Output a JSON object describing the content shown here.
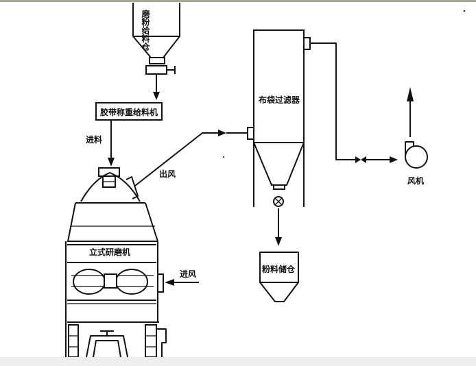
{
  "labels": {
    "feed_bin": "磨粉给料仓",
    "belt_feeder": "胶带称重给料机",
    "feed_in": "进料",
    "air_out": "出风",
    "bag_filter": "布袋过滤器",
    "fan": "风机",
    "powder_bin": "粉料储仓",
    "vertical_mill": "立式研磨机",
    "air_in": "进风"
  },
  "colors": {
    "line": "#111111",
    "top_bar": "#a6a88f",
    "bottom_bar": "#eeeeee",
    "background": "#ffffff"
  }
}
